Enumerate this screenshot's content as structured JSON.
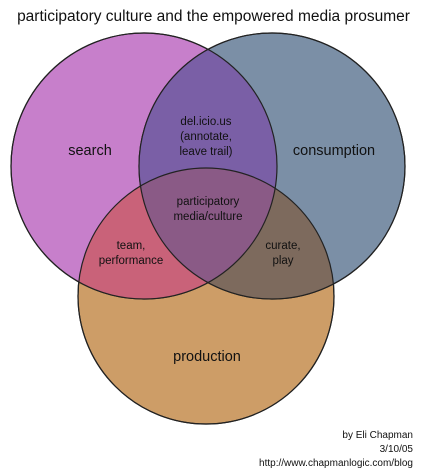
{
  "title": "participatory culture and the empowered media prosumer",
  "circles": {
    "search": {
      "label": "search",
      "color": "#c77fcb"
    },
    "consumption": {
      "label": "consumption",
      "color": "#7b8fa6"
    },
    "production": {
      "label": "production",
      "color": "#cd9d67"
    }
  },
  "intersections": {
    "search_consumption": {
      "lines": [
        "del.icio.us",
        "(annotate,",
        "leave trail)"
      ],
      "color": "#7a5fa6"
    },
    "search_production": {
      "lines": [
        "team,",
        "performance"
      ],
      "color": "#c96279"
    },
    "consumption_production": {
      "lines": [
        "curate,",
        "play"
      ],
      "color": "#7d6a5d"
    },
    "all": {
      "lines": [
        "participatory",
        "media/culture"
      ],
      "color": "#8a5a86"
    }
  },
  "credit": {
    "author": "by Eli Chapman",
    "date": "3/10/05",
    "url": "http://www.chapmanlogic.com/blog"
  }
}
